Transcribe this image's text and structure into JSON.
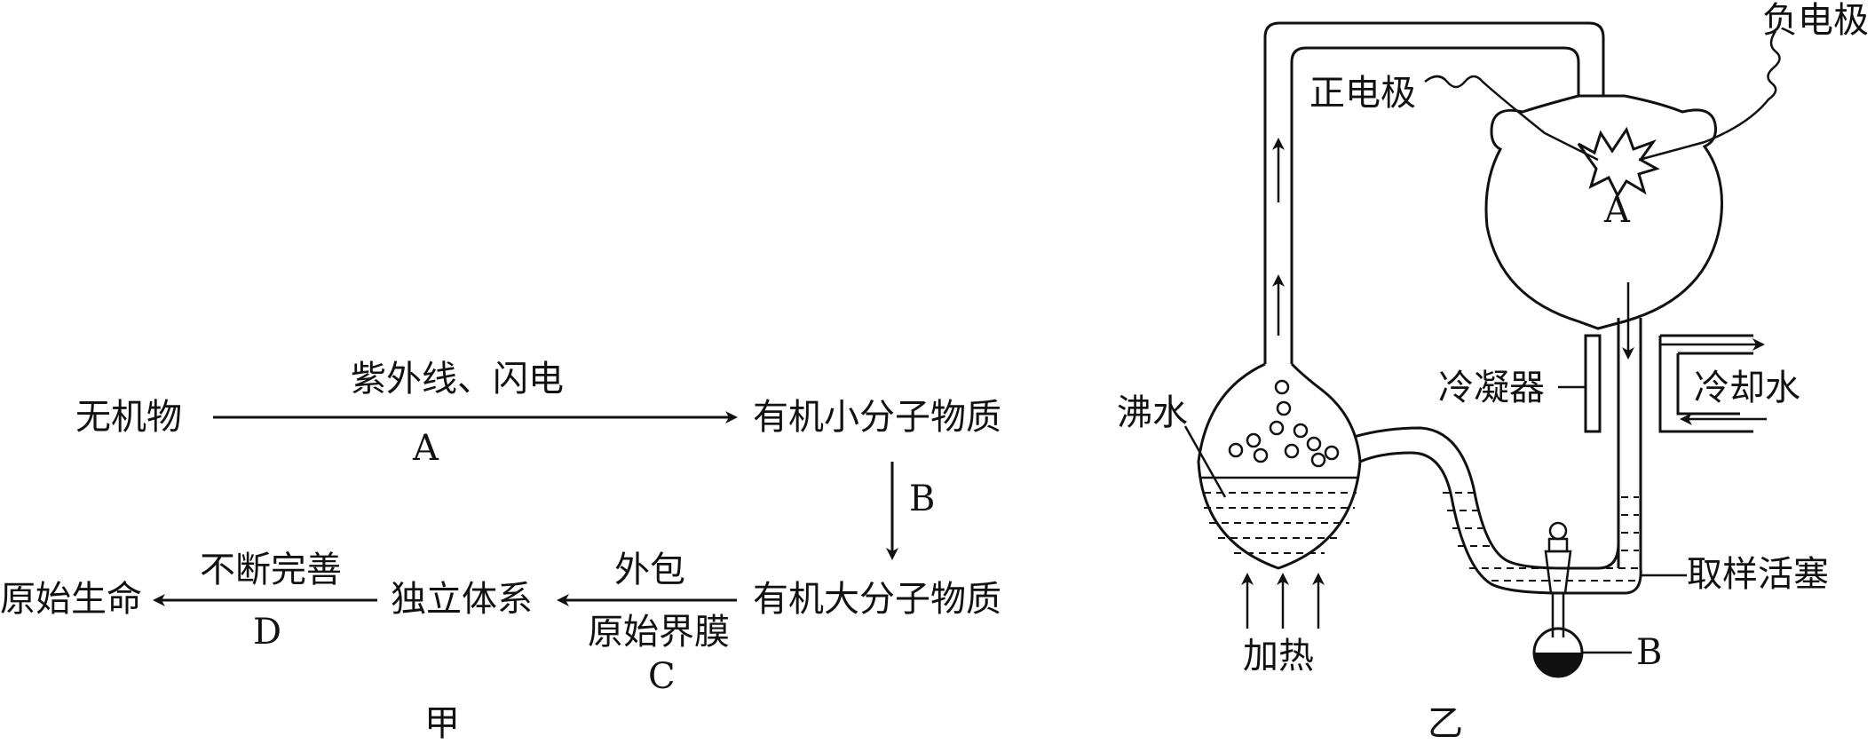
{
  "panel_jia": {
    "caption": "甲",
    "inorganic": "无机物",
    "step_a_condition": "紫外线、闪电",
    "step_a_letter": "A",
    "small_organic": "有机小分子物质",
    "step_b_letter": "B",
    "large_organic": "有机大分子物质",
    "step_c_condition_top": "外包",
    "step_c_condition_bottom": "原始界膜",
    "step_c_letter": "C",
    "independent_system": "独立体系",
    "step_d_condition": "不断完善",
    "step_d_letter": "D",
    "primitive_life": "原始生命"
  },
  "panel_yi": {
    "caption": "乙",
    "negative_electrode": "负电极",
    "positive_electrode": "正电极",
    "spark_label": "A",
    "condenser": "冷凝器",
    "cooling_water": "冷却水",
    "boiling_water": "沸水",
    "heating": "加热",
    "sampling_valve": "取样活塞",
    "sample_flask_label": "B"
  }
}
